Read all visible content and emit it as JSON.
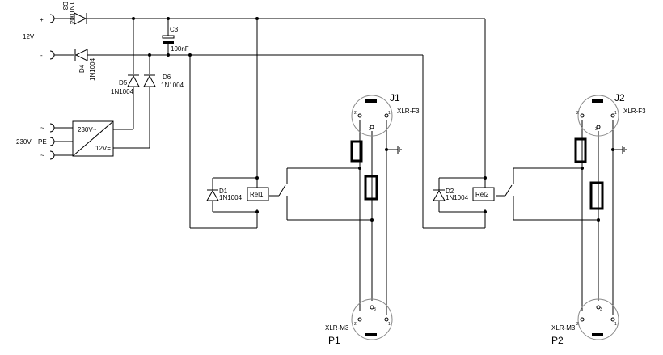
{
  "inputs": {
    "dc_plus": "+",
    "dc_minus": "-",
    "dc_voltage": "12V",
    "ac_l": "~",
    "ac_pe": "PE",
    "ac_n": "~",
    "ac_voltage": "230V"
  },
  "psu": {
    "in_label": "230V~",
    "out_label": "12V="
  },
  "components": {
    "d3": {
      "ref": "D3",
      "part": "1N1004"
    },
    "d4": {
      "ref": "D4",
      "part": "1N1004"
    },
    "d5": {
      "ref": "D5",
      "part": "1N1004"
    },
    "d6": {
      "ref": "D6",
      "part": "1N1004"
    },
    "c3": {
      "ref": "C3",
      "value": "100nF"
    },
    "d1": {
      "ref": "D1",
      "part": "1N1004"
    },
    "d2": {
      "ref": "D2",
      "part": "1N1004"
    },
    "rel1": {
      "ref": "Rel1"
    },
    "rel2": {
      "ref": "Rel2"
    }
  },
  "connectors": {
    "j1": {
      "ref": "J1",
      "type": "XLR-F3",
      "pins": [
        "2",
        "3",
        "1"
      ]
    },
    "j2": {
      "ref": "J2",
      "type": "XLR-F3",
      "pins": [
        "2",
        "3",
        "1"
      ]
    },
    "p1": {
      "ref": "P1",
      "type": "XLR-M3",
      "pins": [
        "2",
        "3",
        "1"
      ]
    },
    "p2": {
      "ref": "P2",
      "type": "XLR-M3",
      "pins": [
        "2",
        "3",
        "1"
      ]
    }
  }
}
